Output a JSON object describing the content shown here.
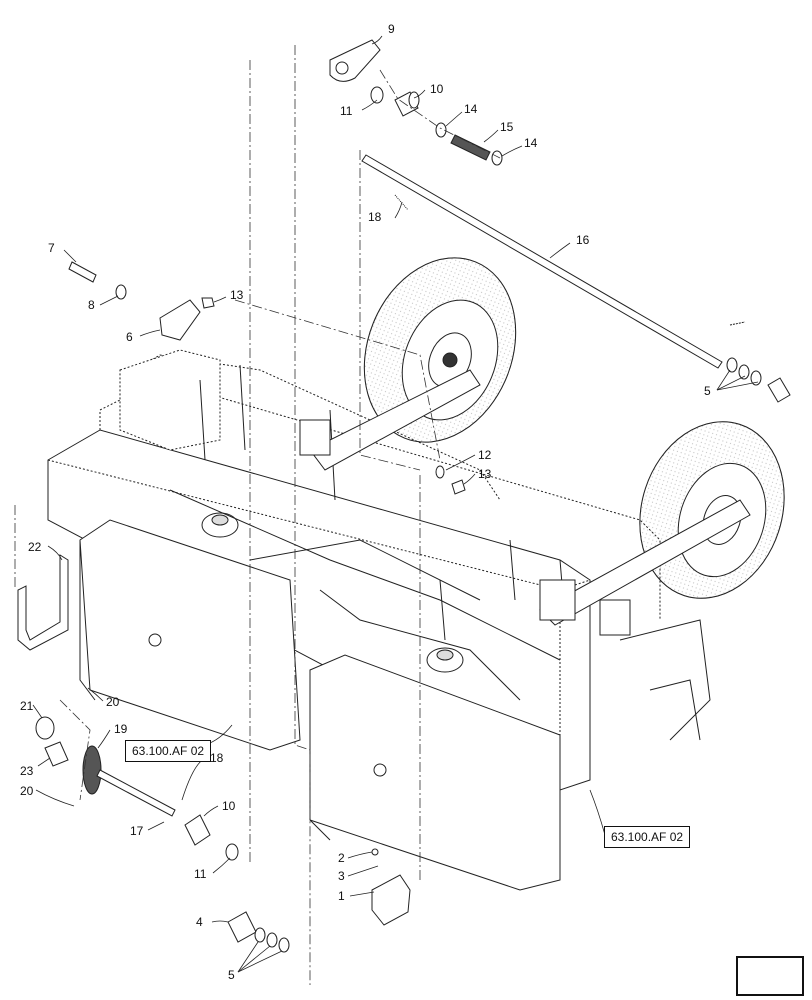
{
  "diagram": {
    "callouts": {
      "c9": "9",
      "c10a": "10",
      "c11a": "11",
      "c14a": "14",
      "c15": "15",
      "c14b": "14",
      "c18a": "18",
      "c16": "16",
      "c7": "7",
      "c8": "8",
      "c13a": "13",
      "c6": "6",
      "c5a": "5",
      "c12": "12",
      "c13b": "13",
      "c22": "22",
      "c21": "21",
      "c20a": "20",
      "c19": "19",
      "c23": "23",
      "c20b": "20",
      "c18b": "18",
      "c10b": "10",
      "c17": "17",
      "c11b": "11",
      "c2": "2",
      "c3": "3",
      "c1": "1",
      "c4": "4",
      "c5b": "5"
    },
    "references": {
      "ref_left": "63.100.AF 02",
      "ref_right": "63.100.AF 02"
    },
    "nav_icon": "page-turn-arrow-icon"
  }
}
